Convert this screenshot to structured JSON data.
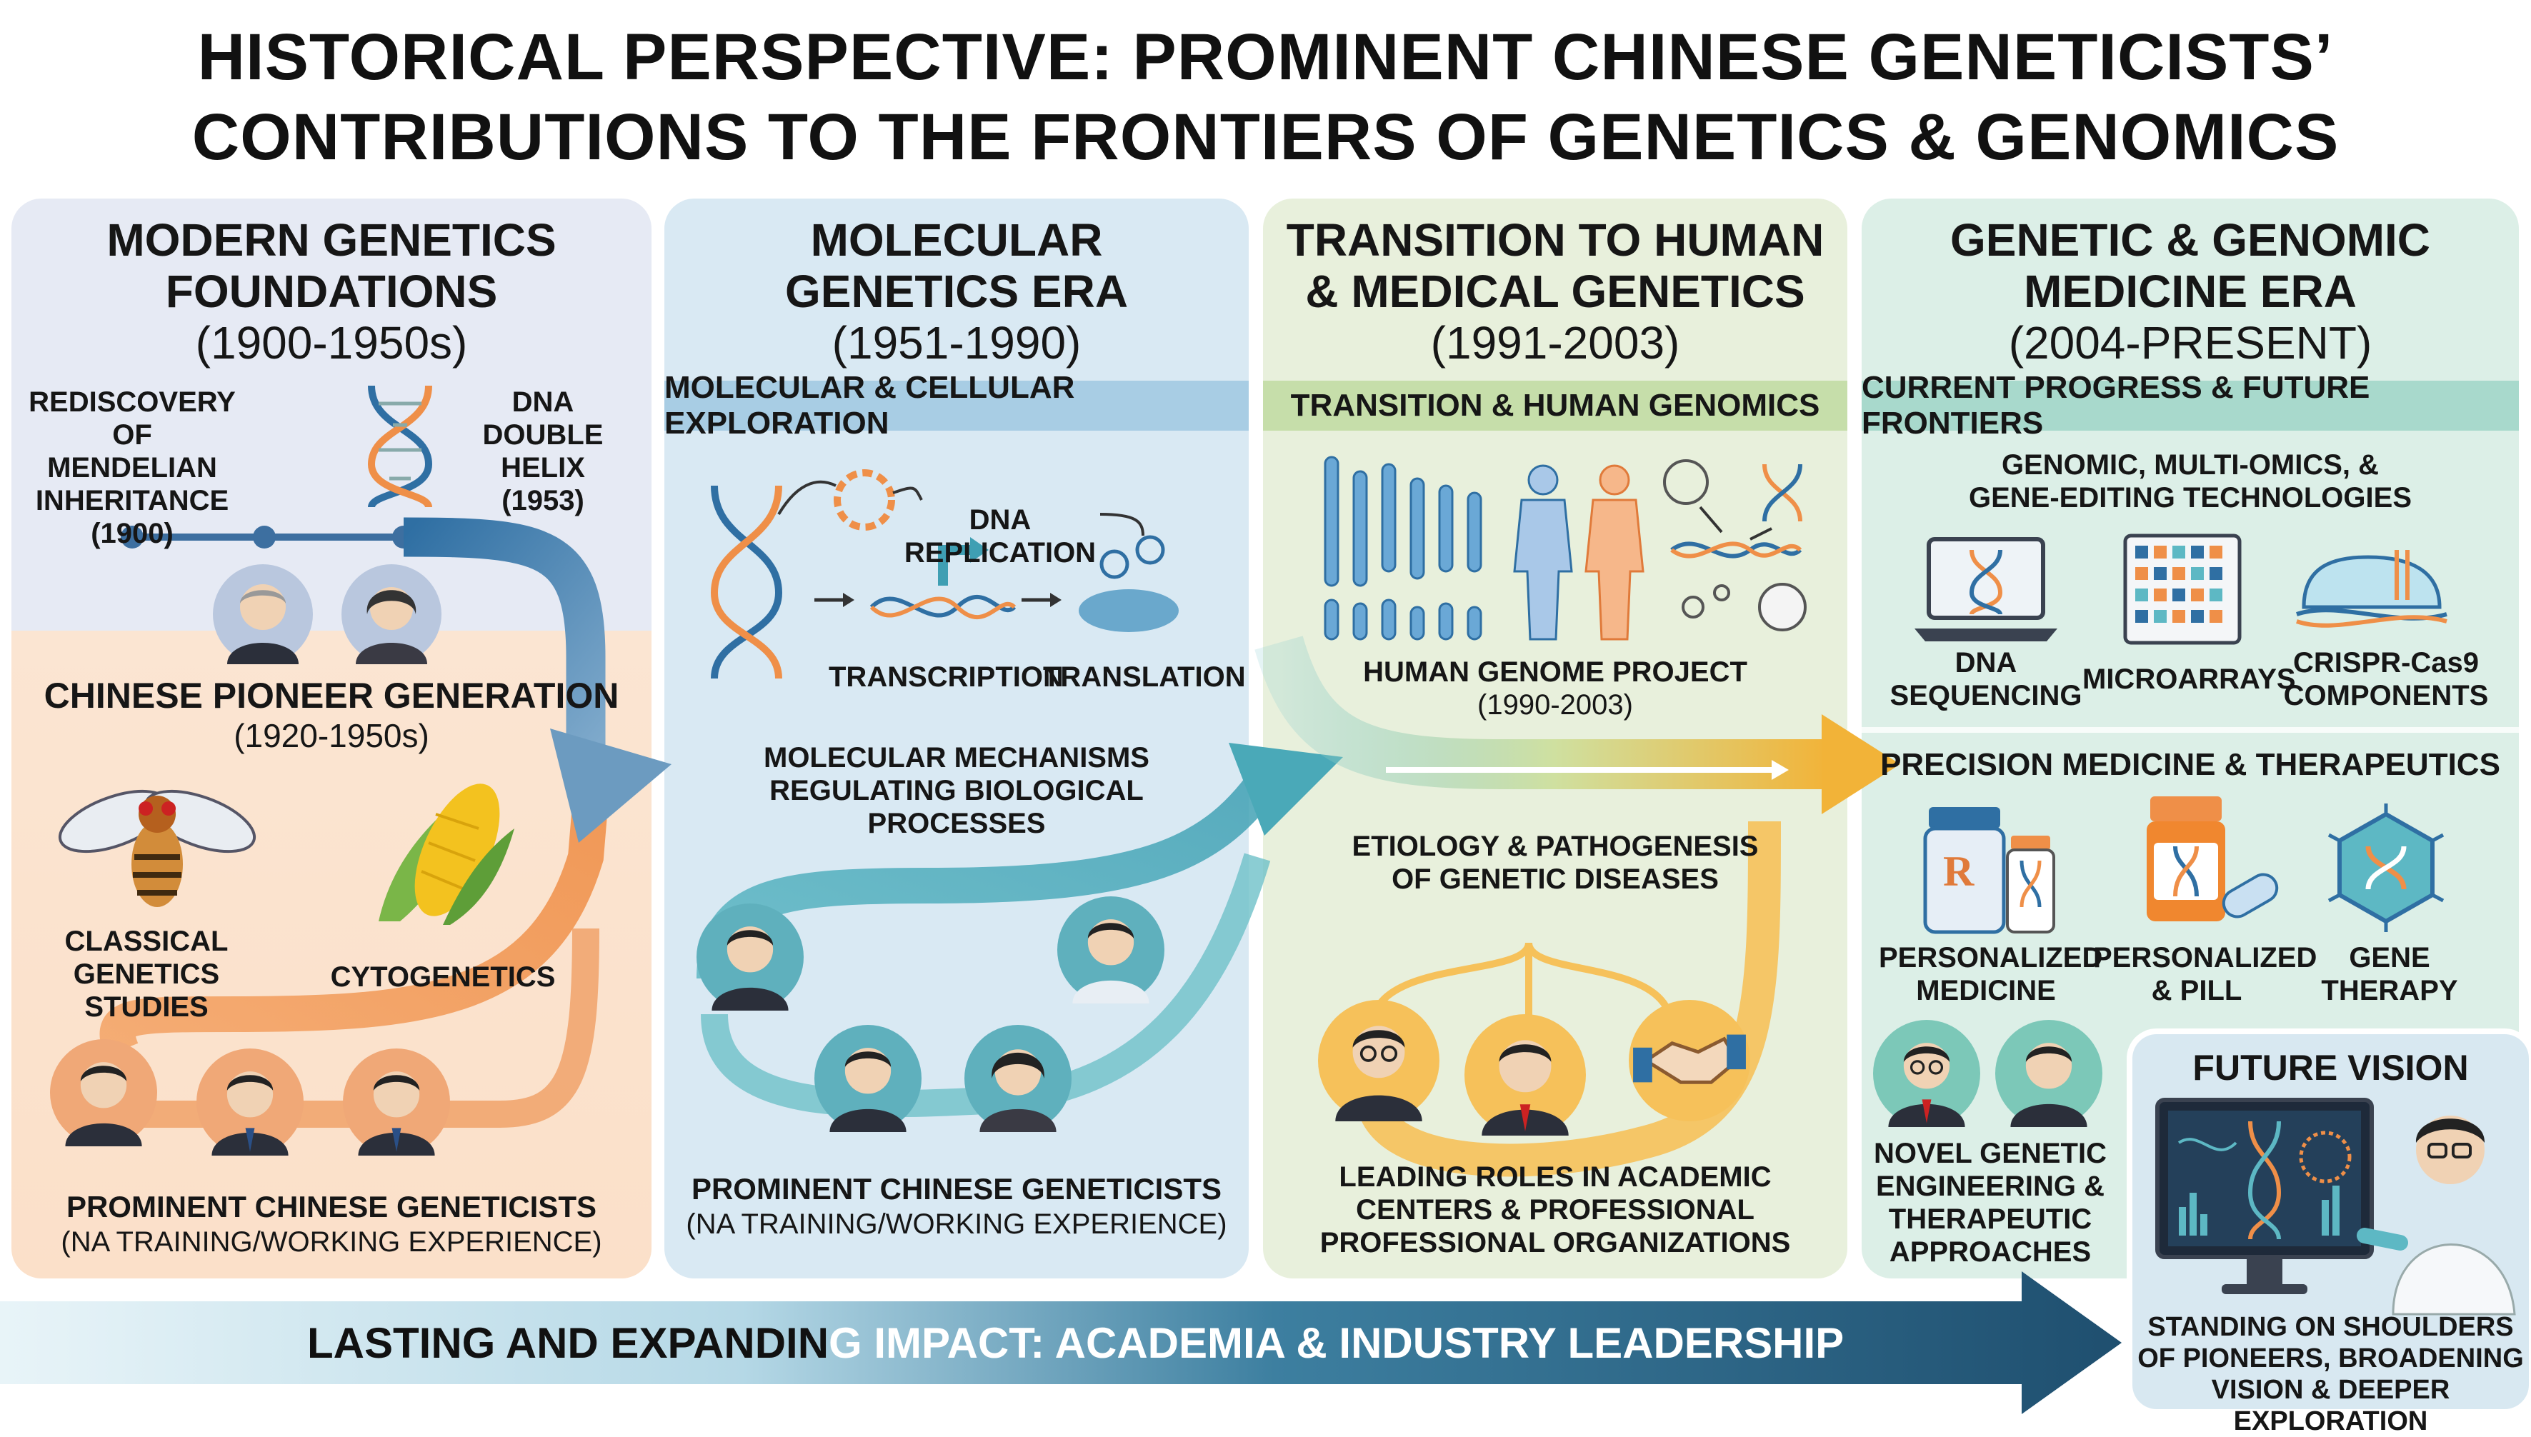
{
  "title": {
    "line1": "HISTORICAL PERSPECTIVE: PROMINENT CHINESE GENETICISTS’",
    "line2": "CONTRIBUTIONS TO THE FRONTIERS OF GENETICS & GENOMICS"
  },
  "colors": {
    "blue": "#2f6fa3",
    "teal": "#4aa9b8",
    "orange": "#ef8f48",
    "gold": "#f2b338",
    "navy": "#1f4f6f"
  },
  "eras": [
    {
      "title_l1": "MODERN GENETICS",
      "title_l2": "FOUNDATIONS",
      "years": "(1900-1950s)",
      "milestone1": "REDISCOVERY OF MENDELIAN INHERITANCE (1900)",
      "milestone2": "DNA DOUBLE HELIX (1953)",
      "sub_title": "CHINESE PIONEER GENERATION",
      "sub_years": "(1920-1950s)",
      "study1": "CLASSICAL GENETICS STUDIES",
      "study2": "CYTOGENETICS",
      "footer1": "PROMINENT CHINESE GENETICISTS",
      "footer2": "(NA TRAINING/WORKING EXPERIENCE)"
    },
    {
      "title_l1": "MOLECULAR",
      "title_l2": "GENETICS ERA",
      "years": "(1951-1990)",
      "band": "MOLECULAR & CELLULAR EXPLORATION",
      "replication": "DNA REPLICATION",
      "transcription": "TRANSCRIPTION",
      "translation": "TRANSLATION",
      "mechanisms_l1": "MOLECULAR MECHANISMS",
      "mechanisms_l2": "REGULATING BIOLOGICAL",
      "mechanisms_l3": "PROCESSES",
      "footer1": "PROMINENT CHINESE GENETICISTS",
      "footer2": "(NA TRAINING/WORKING EXPERIENCE)"
    },
    {
      "title_l1": "TRANSITION TO HUMAN",
      "title_l2": "& MEDICAL GENETICS",
      "years": "(1991-2003)",
      "band": "TRANSITION & HUMAN GENOMICS",
      "hgp": "HUMAN GENOME PROJECT",
      "hgp_years": "(1990-2003)",
      "etiology_l1": "ETIOLOGY & PATHOGENESIS",
      "etiology_l2": "OF GENETIC DISEASES",
      "roles_l1": "LEADING ROLES IN ACADEMIC",
      "roles_l2": "CENTERS & PROFESSIONAL",
      "roles_l3": "PROFESSIONAL ORGANIZATIONS"
    },
    {
      "title_l1": "GENETIC & GENOMIC",
      "title_l2": "MEDICINE ERA",
      "years": "(2004-PRESENT)",
      "band": "CURRENT PROGRESS & FUTURE FRONTIERS",
      "tech_l1": "GENOMIC, MULTI-OMICS, &",
      "tech_l2": "GENE-EDITING TECHNOLOGIES",
      "tech1_l1": "DNA",
      "tech1_l2": "SEQUENCING",
      "tech2": "MICROARRAYS",
      "tech3_l1": "CRISPR-Cas9",
      "tech3_l2": "COMPONENTS",
      "precision": "PRECISION MEDICINE & THERAPEUTICS",
      "p1_l1": "PERSONALIZED",
      "p1_l2": "MEDICINE",
      "p2_l1": "PERSONALIZED",
      "p2_l2": "& PILL",
      "p3_l1": "GENE",
      "p3_l2": "THERAPY",
      "novel_l1": "NOVEL GENETIC",
      "novel_l2": "ENGINEERING &",
      "novel_l3": "THERAPEUTIC",
      "novel_l4": "APPROACHES"
    }
  ],
  "future": {
    "title": "FUTURE VISION",
    "l1": "STANDING ON SHOULDERS",
    "l2": "OF PIONEERS, BROADENING",
    "l3": "VISION & DEEPER EXPLORATION"
  },
  "impact": {
    "a": "LASTING AND EXPANDIN",
    "b": "G IMPACT: ACADEMIA & INDUSTRY LEADERSHIP"
  }
}
